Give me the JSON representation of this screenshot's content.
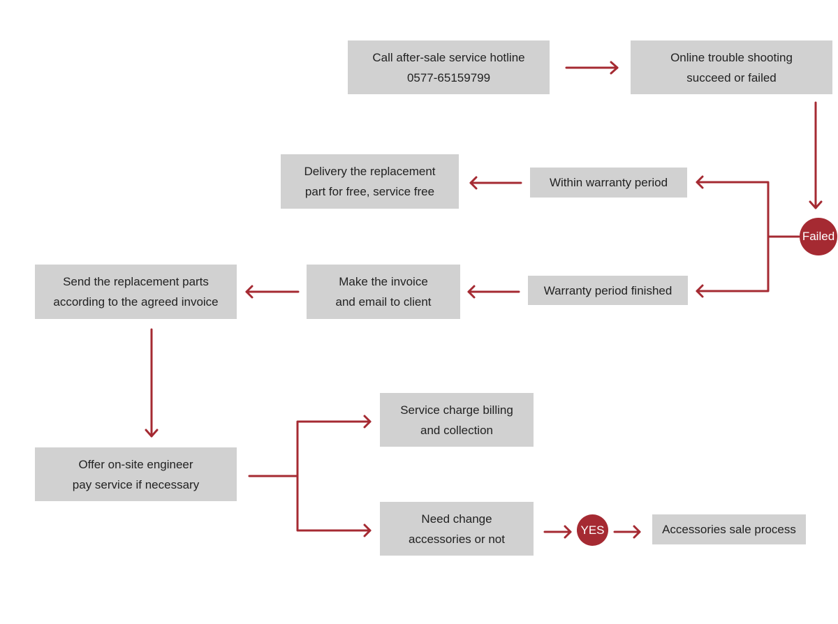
{
  "colors": {
    "arrow": "#a52a32",
    "box": "#d1d1d1",
    "badge": "#a52a32"
  },
  "nodes": {
    "hotline": {
      "line1": "Call after-sale service hotline",
      "line2": "0577-65159799"
    },
    "trouble": {
      "line1": "Online trouble shooting",
      "line2": "succeed or failed"
    },
    "failed": {
      "label": "Failed"
    },
    "within": {
      "line1": "Within warranty period"
    },
    "delivery": {
      "line1": "Delivery the replacement",
      "line2": "part for free, service free"
    },
    "finished": {
      "line1": "Warranty period finished"
    },
    "invoice": {
      "line1": "Make the invoice",
      "line2": "and email to client"
    },
    "send": {
      "line1": "Send the replacement parts",
      "line2": "according to the agreed invoice"
    },
    "onsite": {
      "line1": "Offer on-site engineer",
      "line2": "pay service if necessary"
    },
    "billing": {
      "line1": "Service charge billing",
      "line2": "and collection"
    },
    "accessories": {
      "line1": "Need change",
      "line2": "accessories or not"
    },
    "yes": {
      "label": "YES"
    },
    "sale": {
      "line1": "Accessories sale process"
    }
  }
}
